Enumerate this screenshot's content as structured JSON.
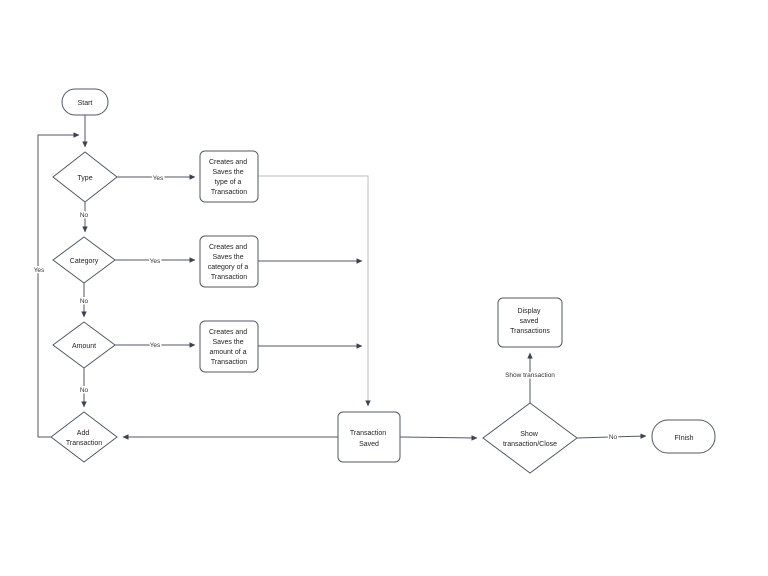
{
  "diagram": {
    "type": "flowchart",
    "nodes": {
      "start": {
        "label": "Start",
        "shape": "terminator"
      },
      "type_decision": {
        "label": "Type",
        "shape": "decision"
      },
      "box_type": {
        "lines": [
          "Creates and",
          "Saves the",
          "type of a",
          "Transaction"
        ],
        "shape": "process"
      },
      "category_decision": {
        "label": "Category",
        "shape": "decision"
      },
      "box_category": {
        "lines": [
          "Creates and",
          "Saves the",
          "category of a",
          "Transaction"
        ],
        "shape": "process"
      },
      "amount_decision": {
        "label": "Amount",
        "shape": "decision"
      },
      "box_amount": {
        "lines": [
          "Creates and",
          "Saves the",
          "amount of a",
          "Transaction"
        ],
        "shape": "process"
      },
      "add_transaction_decision": {
        "lines": [
          "Add",
          "Transaction"
        ],
        "shape": "decision"
      },
      "transaction_saved": {
        "lines": [
          "Transaction",
          "Saved"
        ],
        "shape": "process"
      },
      "show_close_decision": {
        "lines": [
          "Show",
          "transaction/Close"
        ],
        "shape": "decision"
      },
      "display_saved": {
        "lines": [
          "Display",
          "saved",
          "Transactions"
        ],
        "shape": "process"
      },
      "finish": {
        "label": "FInish",
        "shape": "terminator"
      }
    },
    "edge_labels": {
      "type_yes": "Yes",
      "type_no": "No",
      "category_yes": "Yes",
      "category_no": "No",
      "amount_yes": "Yes",
      "amount_no": "No",
      "loop_yes": "Yes",
      "show_transaction": "Show transaction",
      "close_no": "No"
    },
    "colors": {
      "stroke": "#505a66",
      "light_stroke": "#b9bdc2",
      "text": "#1f1f1f",
      "fill": "#ffffff",
      "background": "#ffffff"
    }
  }
}
